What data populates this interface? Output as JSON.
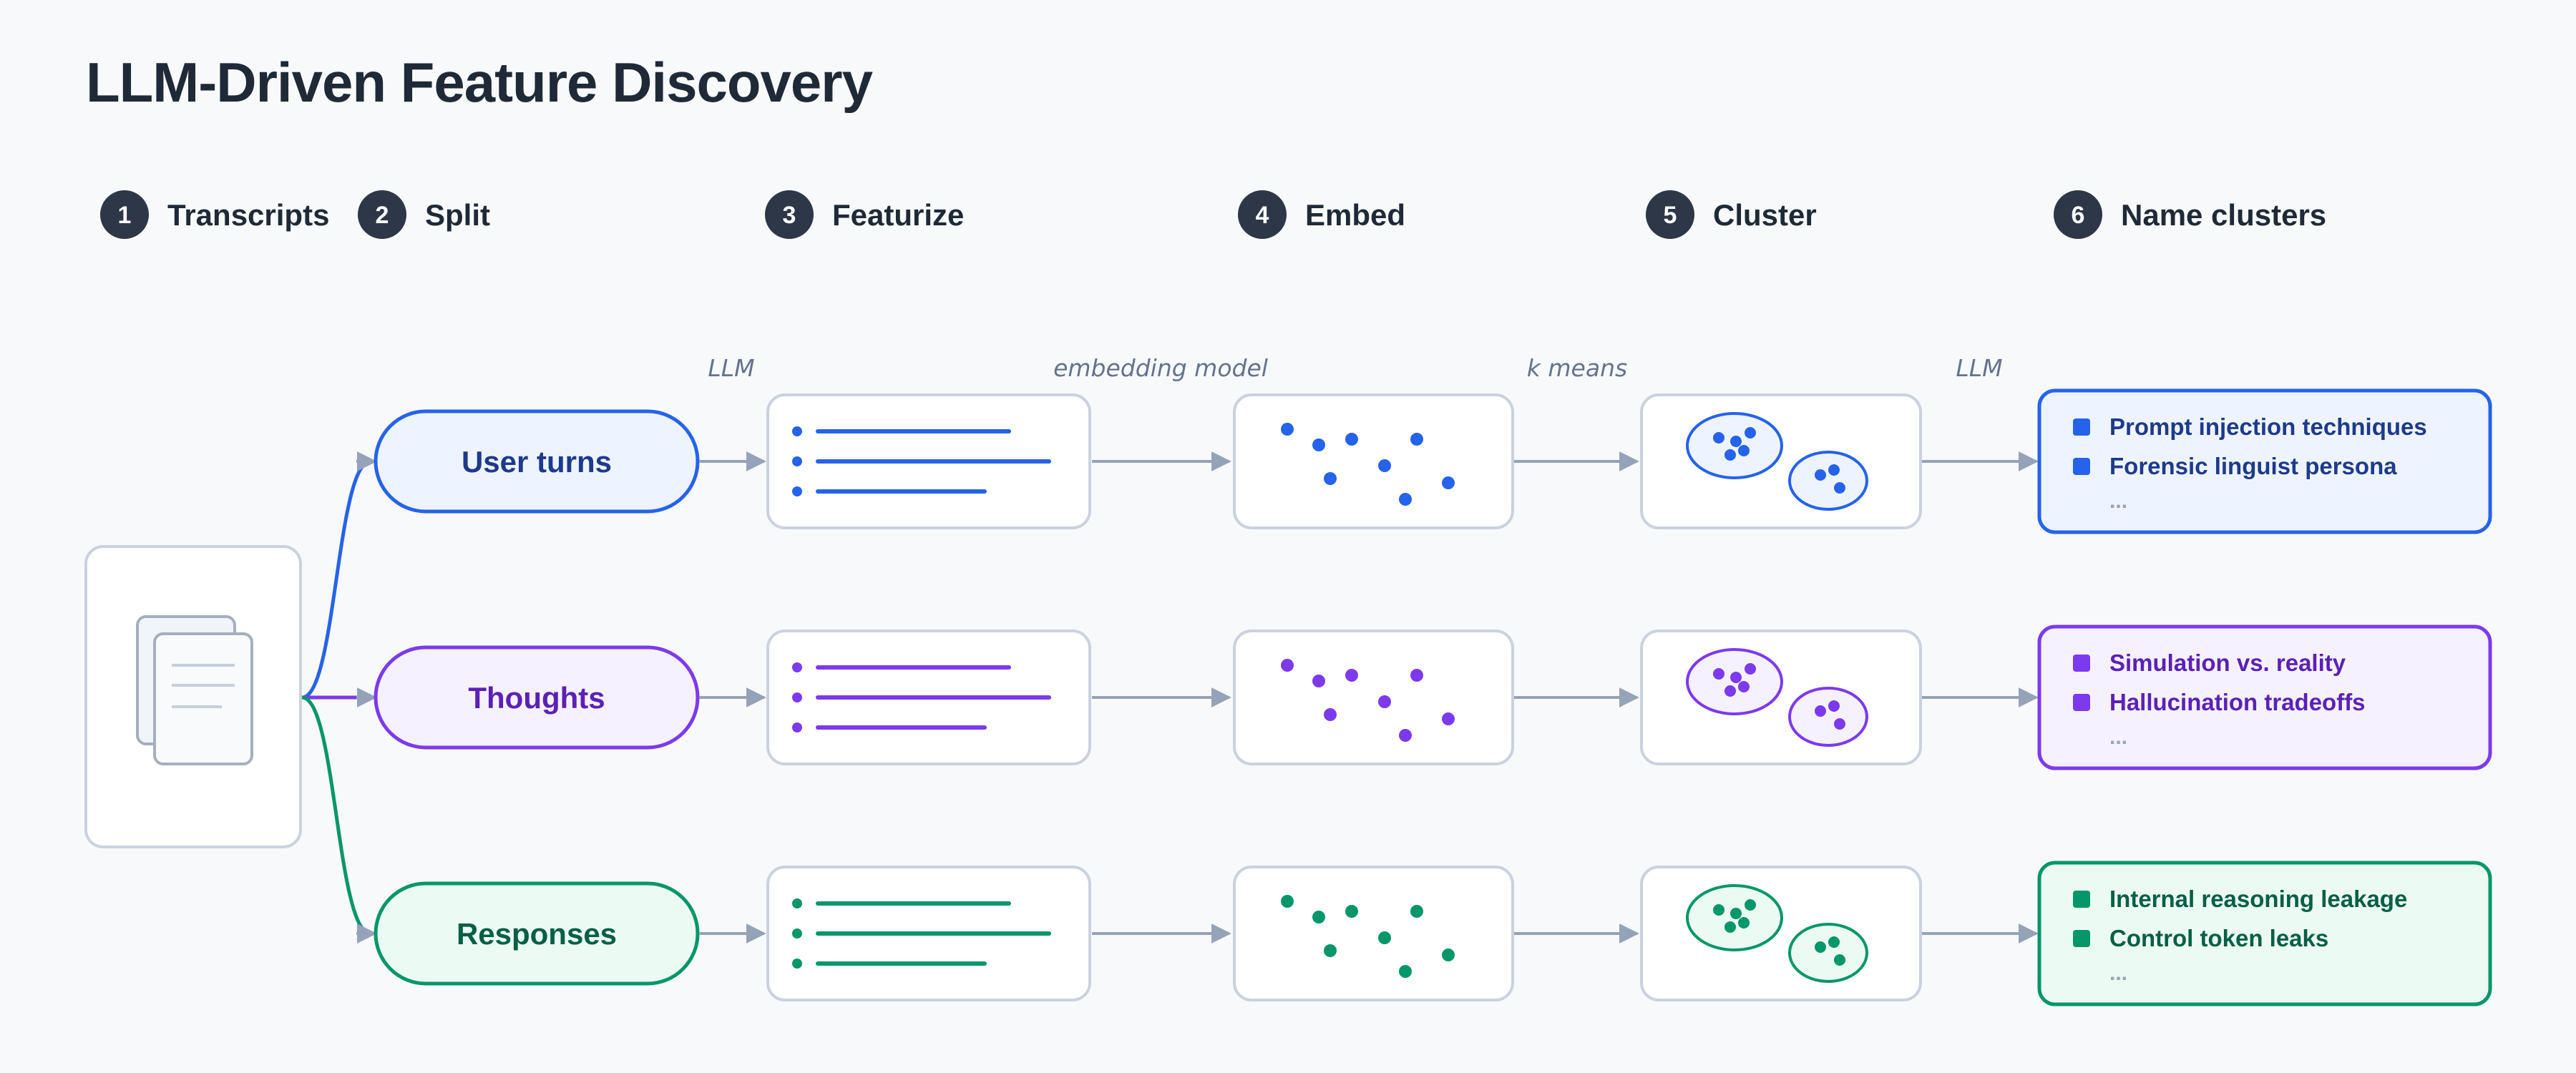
{
  "title": "LLM-Driven Feature Discovery",
  "steps": [
    {
      "num": "1",
      "label": "Transcripts"
    },
    {
      "num": "2",
      "label": "Split"
    },
    {
      "num": "3",
      "label": "Featurize"
    },
    {
      "num": "4",
      "label": "Embed"
    },
    {
      "num": "5",
      "label": "Cluster"
    },
    {
      "num": "6",
      "label": "Name clusters"
    }
  ],
  "arrow_labels": [
    "LLM",
    "embedding model",
    "k means",
    "LLM"
  ],
  "colors": {
    "user": "#2563eb",
    "thoughts": "#7c3aed",
    "responses": "#059669",
    "gray_arrow": "#94a3b8",
    "dark": "#1f2937"
  },
  "rows": [
    {
      "id": "user",
      "label": "User turns",
      "color": "#2563eb",
      "text_color": "#1e3a8a",
      "fill": "#eef4ff",
      "outputs": [
        "Prompt injection techniques",
        "Forensic linguist persona"
      ],
      "more": "..."
    },
    {
      "id": "thoughts",
      "label": "Thoughts",
      "color": "#7c3aed",
      "text_color": "#5b21b6",
      "fill": "#f6f1ff",
      "outputs": [
        "Simulation vs. reality",
        "Hallucination tradeoffs"
      ],
      "more": "..."
    },
    {
      "id": "responses",
      "label": "Responses",
      "color": "#059669",
      "text_color": "#065f46",
      "fill": "#ebfbf3",
      "outputs": [
        "Internal reasoning leakage",
        "Control token leaks"
      ],
      "more": "..."
    }
  ]
}
